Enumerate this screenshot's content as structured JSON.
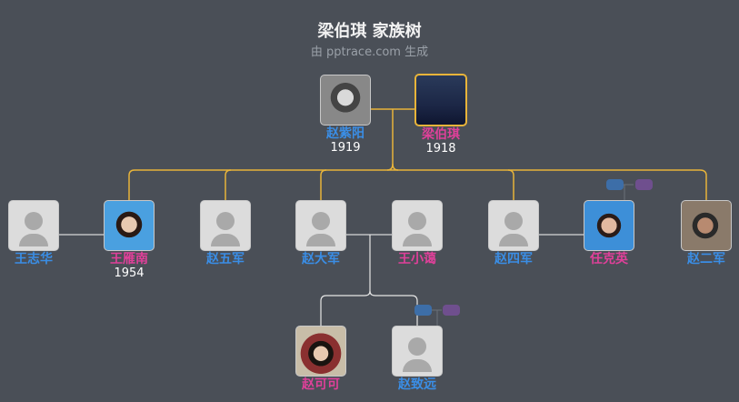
{
  "header": {
    "title": "梁伯琪 家族树",
    "subtitle": "由 pptrace.com 生成"
  },
  "colors": {
    "background": "#4a4f57",
    "male": "#3a8ee6",
    "female": "#e0409a",
    "marriage_line": "#e8b43a",
    "child_line": "#e6e6e6",
    "tag_blue": "#3d6ea8",
    "tag_purple": "#6f4f8e"
  },
  "people": {
    "p1": {
      "name": "赵紫阳",
      "year": "1919",
      "gender": "male"
    },
    "p2": {
      "name": "梁伯琪",
      "year": "1918",
      "gender": "female",
      "focus": true
    },
    "c1_spouse": {
      "name": "王志华",
      "gender": "male"
    },
    "c1": {
      "name": "王雁南",
      "year": "1954",
      "gender": "female"
    },
    "c2": {
      "name": "赵五军",
      "gender": "male"
    },
    "c3": {
      "name": "赵大军",
      "gender": "male"
    },
    "c3_spouse": {
      "name": "王小蔼",
      "gender": "female"
    },
    "c4": {
      "name": "赵四军",
      "gender": "male"
    },
    "c4_spouse": {
      "name": "任克英",
      "gender": "female"
    },
    "c5": {
      "name": "赵二军",
      "gender": "male"
    },
    "g1": {
      "name": "赵可可",
      "gender": "female"
    },
    "g2": {
      "name": "赵致远",
      "gender": "male"
    }
  }
}
